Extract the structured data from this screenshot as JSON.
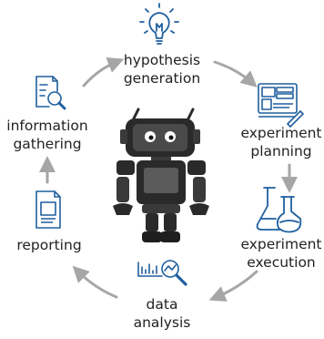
{
  "diagram": {
    "colors": {
      "icon_blue": "#1f5f9e",
      "arrow_gray": "#a6a6a6",
      "robot_dark": "#2a2a2a",
      "robot_screen": "#5a5a5a",
      "text": "#222222"
    },
    "stages": [
      {
        "id": "hypothesis",
        "line1": "hypothesis",
        "line2": "generation",
        "icon": "lightbulb-icon"
      },
      {
        "id": "planning",
        "line1": "experiment",
        "line2": "planning",
        "icon": "blueprint-icon"
      },
      {
        "id": "execution",
        "line1": "experiment",
        "line2": "execution",
        "icon": "flasks-icon"
      },
      {
        "id": "analysis",
        "line1": "data",
        "line2": "analysis",
        "icon": "chart-magnifier-icon"
      },
      {
        "id": "reporting",
        "line1": "reporting",
        "line2": "",
        "icon": "document-icon"
      },
      {
        "id": "gathering",
        "line1": "information",
        "line2": "gathering",
        "icon": "document-search-icon"
      }
    ],
    "center": {
      "icon": "robot-icon"
    }
  }
}
